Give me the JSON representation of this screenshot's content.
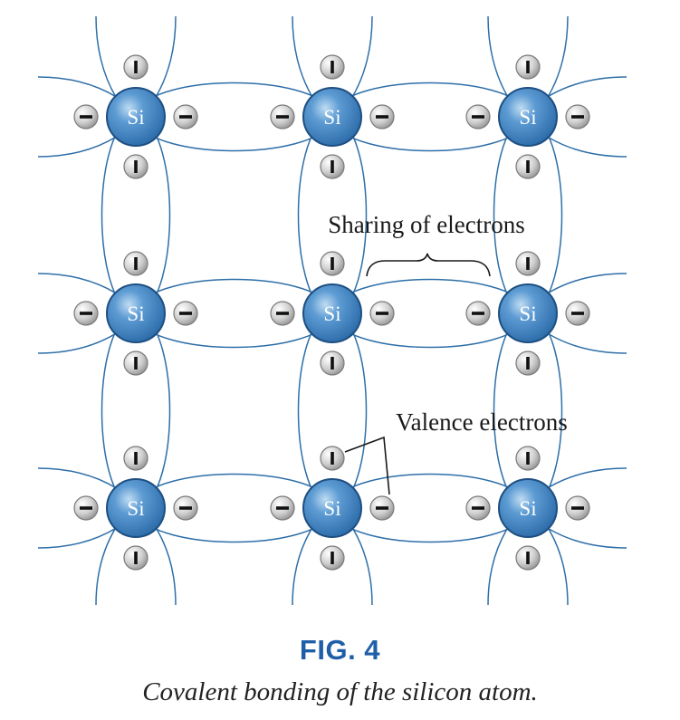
{
  "figure": {
    "number": "FIG. 4",
    "caption": "Covalent bonding of the silicon atom."
  },
  "annotations": {
    "sharing": "Sharing of electrons",
    "valence": "Valence electrons"
  },
  "atom_symbol": "Si",
  "electron_symbol": "−",
  "lattice": {
    "rows": 3,
    "cols": 3
  },
  "colors": {
    "bond_line": "#2e6fa8",
    "atom_fill": "#3a7fc0",
    "atom_rim": "#1e4f82",
    "electron_fill": "#d4d4d4",
    "electron_rim": "#7a7a7a",
    "fig_label": "#1f5fa8"
  }
}
